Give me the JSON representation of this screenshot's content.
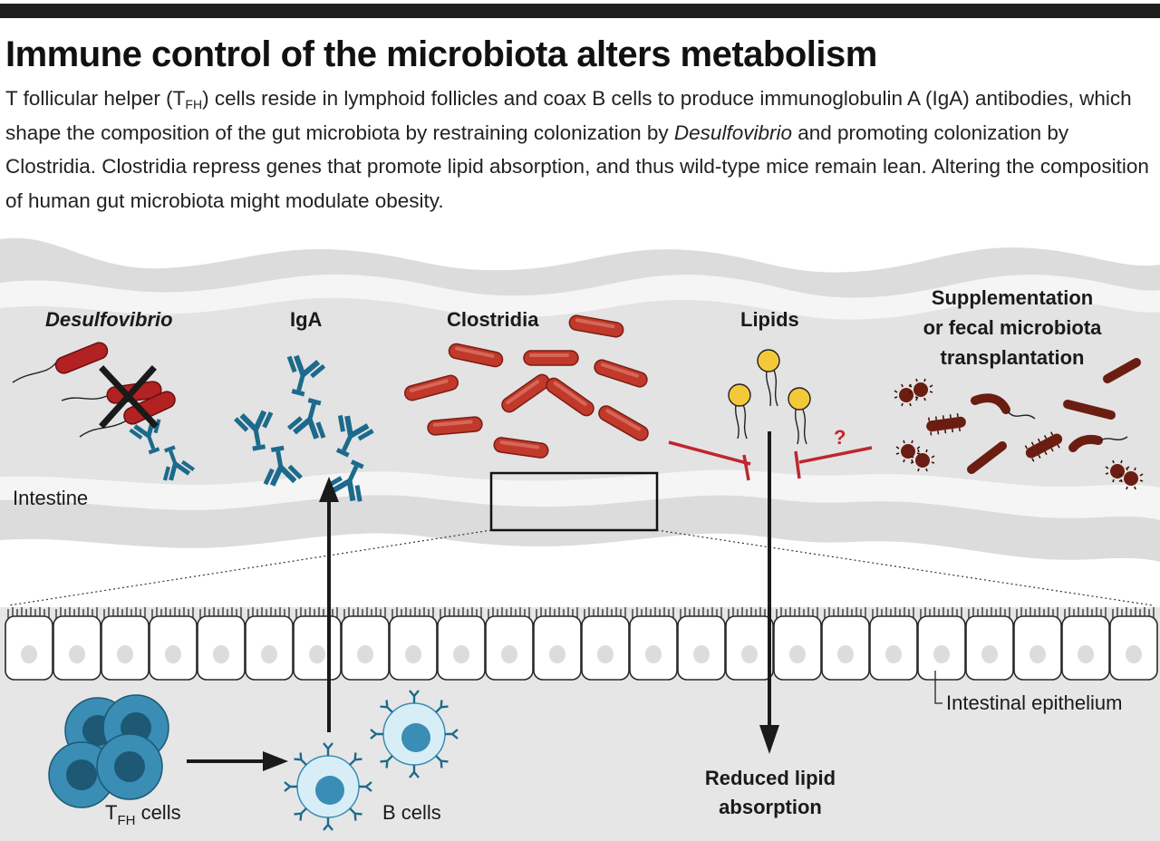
{
  "header": {
    "title": "Immune control of the microbiota alters metabolism",
    "caption": {
      "p1": "T follicular helper (T",
      "p1_sub": "FH",
      "p2": ") cells reside in lymphoid follicles and coax B cells to produce immunoglobulin A (IgA) antibodies, which shape the composition of the gut microbiota by restraining colonization by ",
      "p3_italic": "Desulfovibrio",
      "p4": " and promoting colonization by Clostridia. Clostridia repress genes that promote lipid absorption, and thus wild-type mice remain lean. Altering the composition of human gut microbiota might modulate obesity."
    }
  },
  "diagram": {
    "labels": {
      "desulfovibrio": "Desulfovibrio",
      "iga": "IgA",
      "clostridia": "Clostridia",
      "lipids": "Lipids",
      "supp_line1": "Supplementation",
      "supp_line2": "or fecal microbiota",
      "supp_line3": "transplantation",
      "intestine": "Intestine",
      "question": "?",
      "epithelium": "Intestinal epithelium",
      "tfh_main": "T",
      "tfh_sub": "FH",
      "tfh_rest": " cells",
      "bcells": "B cells",
      "reduced1": "Reduced lipid",
      "reduced2": "absorption"
    },
    "colors": {
      "bacteria_red": "#c0392b",
      "inhibit_red": "#c0262d",
      "antibody_blue": "#1c6a8c",
      "tfh_blue": "#3a8db5",
      "bcell_light": "#d8eef7",
      "lipid_yellow": "#f3c93a",
      "intestine_gray": "#dedede",
      "lumen_light": "#efefef",
      "dark_brown": "#5a1710"
    }
  }
}
